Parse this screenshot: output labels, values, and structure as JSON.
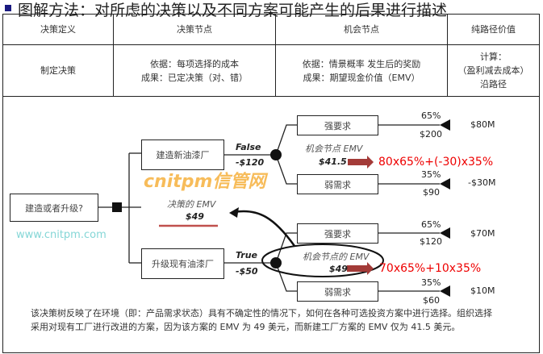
{
  "title": "图解方法：对所虑的决策以及不同方案可能产生的后果进行描述",
  "table": {
    "headers": [
      "决策定义",
      "决策节点",
      "机会节点",
      "纯路径价值"
    ],
    "row": [
      [
        "制定决策"
      ],
      [
        "依据：每项选择的成本",
        "成果：已定决策（对、错）"
      ],
      [
        "依据：情景概率 发生后的奖励",
        "成果：期望现金价值（EMV）"
      ],
      [
        "计算：",
        "（盈利减去成本）",
        "沿路径"
      ]
    ]
  },
  "tree": {
    "root": "建造或者升级?",
    "decision_emv_label": "决策的 EMV",
    "decision_emv": "$49",
    "options": [
      {
        "label": "建造新油漆厂",
        "flag": "False",
        "cost": "-$120",
        "chance_label": "机会节点 EMV",
        "emv": "$41.5",
        "formula": "80x65%+(-30)x35%",
        "outcomes": [
          {
            "label": "强要求",
            "prob": "65%",
            "payoff": "$200",
            "net": "$80M"
          },
          {
            "label": "弱需求",
            "prob": "35%",
            "payoff": "$90",
            "net": "-$30M"
          }
        ]
      },
      {
        "label": "升级现有油漆厂",
        "flag": "True",
        "cost": "-$50",
        "chance_label": "机会节点的 EMV",
        "emv": "$49",
        "formula": "70x65%+10x35%",
        "outcomes": [
          {
            "label": "强要求",
            "prob": "65%",
            "payoff": "$120",
            "net": "$70M"
          },
          {
            "label": "弱需求",
            "prob": "35%",
            "payoff": "$60",
            "net": "$10M"
          }
        ]
      }
    ]
  },
  "watermark": {
    "brand": "cnitpm信管网",
    "url": "www.cnitpm.com"
  },
  "note": "该决策树反映了在环境（即：产品需求状态）具有不确定性的情况下，如何在各种可选投资方案中进行选择。组织选择采用对现有工厂进行改进的方案，因为该方案的 EMV 为 49 美元，而新建工厂方案的 EMV 仅为 41.5 美元。"
}
